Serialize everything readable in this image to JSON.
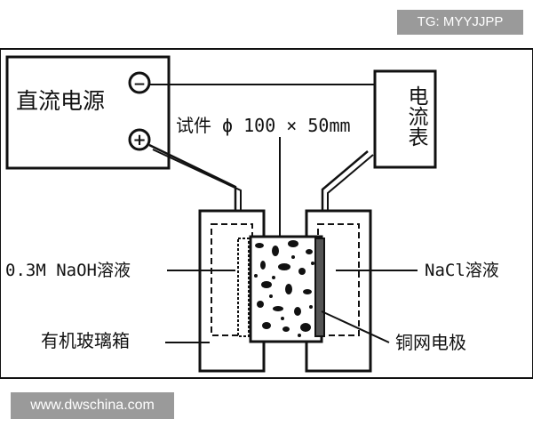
{
  "watermarks": {
    "top": "TG: MYYJJPP",
    "bottom": "www.dwschina.com"
  },
  "diagram": {
    "power_supply": "直流电源",
    "minus_sign": "−",
    "plus_sign": "+",
    "ammeter": "电流表",
    "specimen": "试件 ϕ 100 × 50mm",
    "naoh_solution": "0.3M NaOH溶液",
    "nacl_solution": "NaCl溶液",
    "acrylic_box": "有机玻璃箱",
    "copper_mesh_electrode": "铜网电极"
  }
}
